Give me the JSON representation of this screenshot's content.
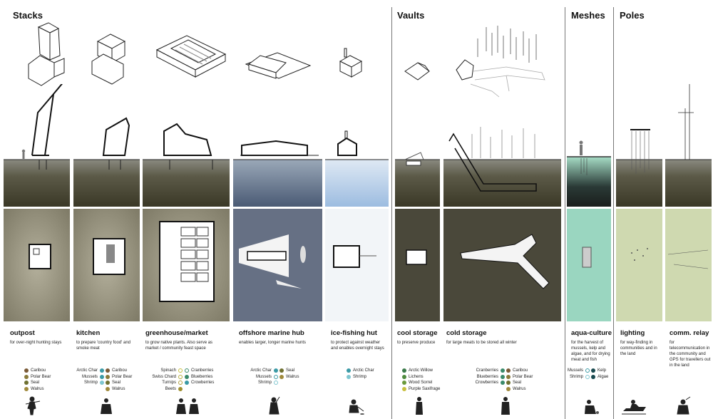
{
  "sections": {
    "stacks": "Stacks",
    "vaults": "Vaults",
    "meshes": "Meshes",
    "poles": "Poles"
  },
  "colors": {
    "caribou": "#7a5a36",
    "polar_bear": "#8a7a3a",
    "seal": "#6e7030",
    "walrus": "#a08a3c",
    "arctic_char": "#3a9aa6",
    "mussels": "#3a9aa6",
    "shrimp": "#7fc6d0",
    "spinach": "#c8c040",
    "swiss_chard": "#b8b040",
    "turnips": "#b0a040",
    "beets": "#a09030",
    "cranberries": "#3a8a6a",
    "blueberries": "#3a8a6a",
    "crowberries": "#3a8a6a",
    "arctic_willow": "#3c7a4a",
    "lichens": "#4e8a3e",
    "wood_sorrel": "#6a9a3c",
    "purple_saxifrage": "#c8c040",
    "kelp": "#1a4a50",
    "algae": "#1a4a50"
  },
  "items": {
    "outpost": {
      "name": "outpost",
      "desc": "for over-night hunting stays"
    },
    "kitchen": {
      "name": "kitchen",
      "desc": "to prepare 'country food' and smoke meat"
    },
    "greenhouse": {
      "name": "greenhouse/market",
      "desc": "to grow native plants. Also serve as market / community feast space"
    },
    "marine_hub": {
      "name": "offshore marine hub",
      "desc": "enables larger, longer marine hunts"
    },
    "ice_fishing": {
      "name": "ice-fishing hut",
      "desc": "to protect against weather and enables overnight stays"
    },
    "cool_storage": {
      "name": "cool storage",
      "desc": "to preserve produce"
    },
    "cold_storage": {
      "name": "cold storage",
      "desc": "for large meats to be stored all winter"
    },
    "aqua_culture": {
      "name": "aqua-culture",
      "desc": "for the harvest of mussels, kelp and algae, and for drying meat and fish"
    },
    "lighting": {
      "name": "lighting",
      "desc": "for way-finding in communities and in the land"
    },
    "relay": {
      "name": "comm. relay",
      "desc": "for telecommunication in the community and GPS for travellers out in the land"
    }
  },
  "legends": {
    "outpost": {
      "right": [
        "Caribou",
        "Polar Bear",
        "Seal",
        "Walrus"
      ]
    },
    "kitchen": {
      "left": [
        "Arctic Char",
        "Mussels",
        "Shrimp"
      ],
      "right": [
        "Caribou",
        "Polar Bear",
        "Seal",
        "Walrus"
      ]
    },
    "greenhouse": {
      "left": [
        "Spinach",
        "Swiss Chard",
        "Turnips",
        "Beets"
      ],
      "right": [
        "Cranberries",
        "Blueberries",
        "Crowberries"
      ]
    },
    "marine_hub": {
      "left": [
        "Arctic Char",
        "Mussels",
        "Shrimp"
      ],
      "right": [
        "Seal",
        "Walrus"
      ]
    },
    "ice_fishing": {
      "right": [
        "Arctic Char",
        "Shrimp"
      ]
    },
    "cool_storage": {
      "right": [
        "Arctic Willow",
        "Lichens",
        "Wood Sorrel",
        "Purple Saxifrage"
      ]
    },
    "cold_storage": {
      "left": [
        "Cranberries",
        "Blueberries",
        "Crowberries"
      ],
      "right": [
        "Caribou",
        "Polar Bear",
        "Seal",
        "Walrus"
      ]
    },
    "aqua_culture": {
      "left": [
        "Mussels",
        "Shrimp"
      ],
      "right": [
        "Kelp",
        "Algae"
      ]
    }
  }
}
